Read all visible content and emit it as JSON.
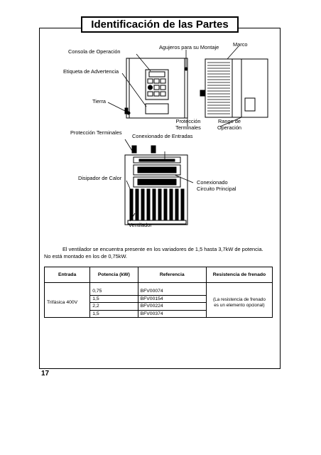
{
  "page": {
    "title": "Identificación de las Partes",
    "page_number": "17"
  },
  "labels": {
    "consola": "Consola de Operación",
    "agujeros": "Agujeros para su Montaje",
    "marco": "Marco",
    "etiqueta": "Etiqueta de Advertencia",
    "tierra": "Tierra",
    "proteccion_terminales_1": "Protección",
    "proteccion_terminales_2": "Terminales",
    "rango_1": "Rango de",
    "rango_2": "Operación",
    "proteccion_terminales_left": "Protección Terminales",
    "conexionado_entradas": "Conexionado de Entradas",
    "disipador": "Disipador de Calor",
    "conexionado_circuito_1": "Conexionado",
    "conexionado_circuito_2": "Circuito Principal",
    "ventilador": "Ventilador"
  },
  "note": {
    "line1": "El ventilador se encuentra presente en los variadores de 1,5 hasta 3,7kW de potencia.",
    "line2": "No está montado en los de 0,75kW."
  },
  "table": {
    "headers": [
      "Entrada",
      "Potencia (kW)",
      "Referencia",
      "Resistencia de frenado"
    ],
    "entrada": "Trifásica 400V",
    "rows": [
      {
        "potencia": "0,75",
        "referencia": "BFV00074"
      },
      {
        "potencia": "1,5",
        "referencia": "BFV00154"
      },
      {
        "potencia": "2,2",
        "referencia": "BFV00224"
      },
      {
        "potencia": "1,5",
        "referencia": "BFV00374"
      }
    ],
    "resistencia_1": "(La resistencia de frenado",
    "resistencia_2": "es un elemento opcional)"
  }
}
